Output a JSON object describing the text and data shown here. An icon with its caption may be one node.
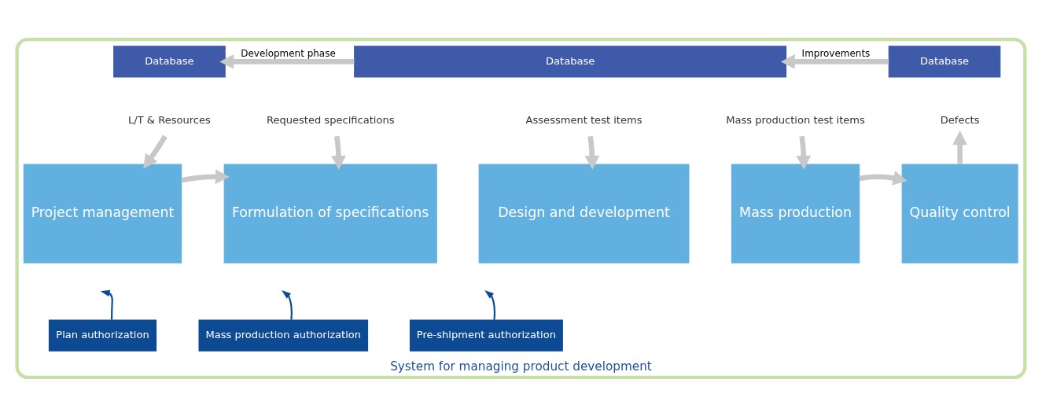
{
  "diagram": {
    "nodes": [
      {
        "text": [
          "System for managing product development"
        ]
      },
      {
        "text": [
          "Database"
        ],
        "in": 0
      },
      {
        "text": [
          "Database"
        ],
        "in": 0
      },
      {
        "text": [
          "Database"
        ],
        "in": 0
      },
      {
        "text": [
          "L/T & Resources"
        ],
        "in": 0
      },
      {
        "text": [
          "Requested specifications"
        ],
        "in": 0
      },
      {
        "text": [
          "Assessment test items"
        ],
        "in": 0
      },
      {
        "text": [
          "Mass production test items"
        ],
        "in": 0
      },
      {
        "text": [
          "Defects"
        ],
        "in": 0
      },
      {
        "text": [
          "Project management"
        ],
        "in": 0
      },
      {
        "text": [
          "Formulation of specifications"
        ],
        "in": 0
      },
      {
        "text": [
          "Design and development"
        ],
        "in": 0
      },
      {
        "text": [
          "Mass production"
        ],
        "in": 0
      },
      {
        "text": [
          "Quality control"
        ],
        "in": 0
      },
      {
        "text": [
          "Plan authorization"
        ],
        "in": 0
      },
      {
        "text": [
          "Mass production authorization"
        ],
        "in": 0
      },
      {
        "text": [
          "Pre-shipment authorization"
        ],
        "in": 0
      }
    ],
    "edges": [
      {
        "from": 2,
        "to": 1,
        "arrow": "to",
        "label": "Development phase"
      },
      {
        "from": 3,
        "to": 2,
        "arrow": "to",
        "label": "Improvements"
      },
      {
        "from": 4,
        "to": 9,
        "arrow": "to"
      },
      {
        "from": 5,
        "to": 10,
        "arrow": "to"
      },
      {
        "from": 6,
        "to": 11,
        "arrow": "to"
      },
      {
        "from": 7,
        "to": 12,
        "arrow": "to"
      },
      {
        "from": 13,
        "to": 8,
        "arrow": "to"
      },
      {
        "from": 9,
        "to": 10,
        "arrow": "to"
      },
      {
        "from": 12,
        "to": 13,
        "arrow": "to"
      },
      {
        "from": 14,
        "to": null,
        "arrow": "to",
        "color": "#0d4a94"
      },
      {
        "from": 15,
        "to": null,
        "arrow": "to",
        "color": "#0d4a94"
      },
      {
        "from": 16,
        "to": null,
        "arrow": "to",
        "color": "#0d4a94"
      }
    ]
  }
}
